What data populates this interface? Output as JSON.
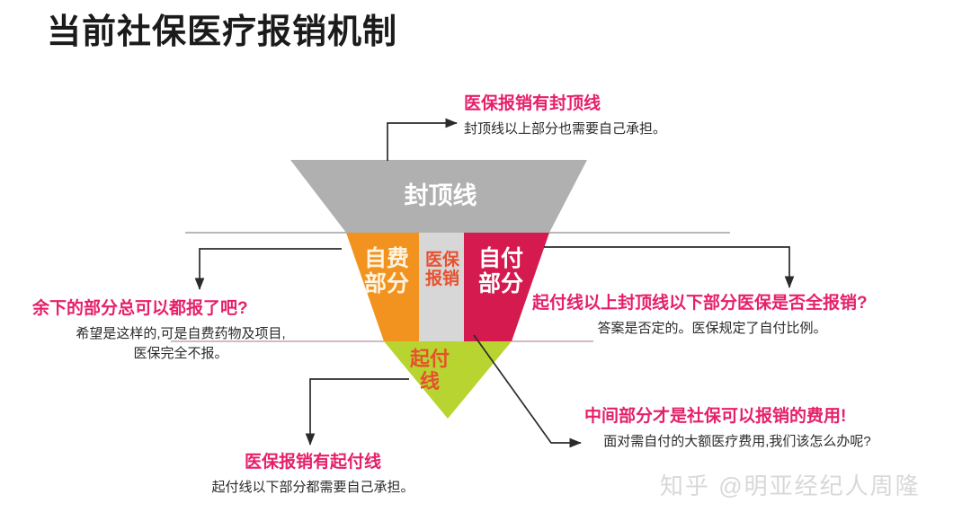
{
  "page": {
    "title": "当前社保医疗报销机制",
    "watermark": "知乎 @明亚经纪人周隆"
  },
  "colors": {
    "cap_gray": "#b0b0b0",
    "self_pay_orange": "#f2931f",
    "insurance_gray": "#d7d7d7",
    "copay_crimson": "#d41a4e",
    "deductible_green": "#b8d430",
    "headline_pink": "#e5206a",
    "body_text": "#2b2b2b",
    "arrow": "#2b2b2b",
    "title": "#1b1b1b",
    "watermark": "#d8d8d8"
  },
  "funnel": {
    "segments": [
      {
        "id": "cap-line",
        "name": "封顶线",
        "label": "封顶线",
        "color": "#b0b0b0",
        "text_color": "#ffffff",
        "order": 1
      },
      {
        "id": "self-pay",
        "name": "自费部分",
        "label": "自费\n部分",
        "color": "#f2931f",
        "text_color": "#fdf3df",
        "order": 2
      },
      {
        "id": "insurance-reimbursement",
        "name": "医保报销",
        "label": "医保\n报销",
        "color": "#d7d7d7",
        "text_color": "#e8502e",
        "order": 3
      },
      {
        "id": "co-payment",
        "name": "自付部分",
        "label": "自付\n部分",
        "color": "#d41a4e",
        "text_color": "#ffffff",
        "order": 4
      },
      {
        "id": "deductible-line",
        "name": "起付线",
        "label": "起付\n线",
        "color": "#b8d430",
        "text_color": "#e8502e",
        "order": 5
      }
    ]
  },
  "annotations": {
    "top": {
      "headline": "医保报销有封顶线",
      "lines": [
        "封顶线以上部分也需要自己承担。"
      ]
    },
    "left": {
      "headline": "余下的部分总可以都报了吧?",
      "lines": [
        "希望是这样的,可是自费药物及项目,",
        "医保完全不报。"
      ]
    },
    "right": {
      "headline": "起付线以上封顶线以下部分医保是否全报销?",
      "lines": [
        "答案是否定的。医保规定了自付比例。"
      ]
    },
    "bottom_left": {
      "headline": "医保报销有起付线",
      "lines": [
        "起付线以下部分都需要自己承担。"
      ]
    },
    "bottom_right": {
      "headline": "中间部分才是社保可以报销的费用!",
      "lines": [
        "面对需自付的大额医疗费用,我们该怎么办呢?"
      ]
    }
  }
}
